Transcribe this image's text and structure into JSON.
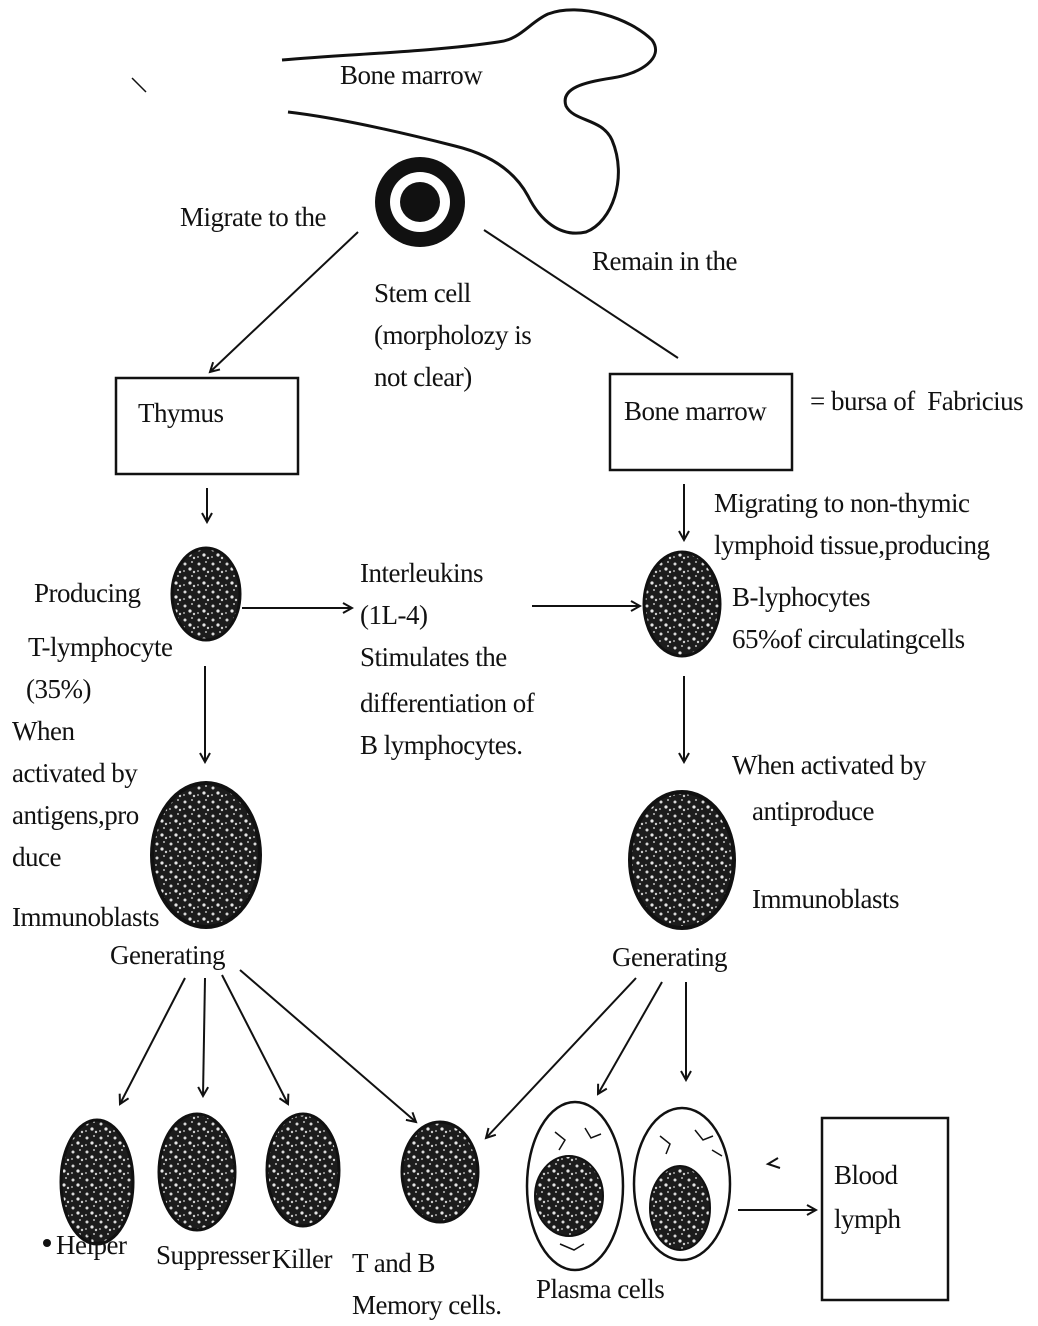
{
  "diagram": {
    "bone_marrow_top": "Bone marrow",
    "migrate": "Migrate to the",
    "remain": "Remain in the",
    "stem_cell": [
      "Stem cell",
      "(morpholozy is",
      "not clear)"
    ],
    "thymus_box": "Thymus",
    "bone_marrow_box": "Bone marrow",
    "bursa": "= bursa of  Fabricius",
    "migrating_non_thymic": [
      "Migrating to non-thymic",
      "lymphoid tissue,producing"
    ],
    "producing": "Producing",
    "t_lymphocyte": "T-lymphocyte",
    "t_percent": "(35%)",
    "t_activated": [
      "When",
      "activated by",
      "antigens,pro",
      "duce"
    ],
    "immunoblasts_left": "Immunoblasts",
    "generating_left": "Generating",
    "interleukins": [
      "Interleukins",
      "(1L-4)",
      "Stimulates the",
      "differentiation of",
      "B lymphocytes."
    ],
    "b_lymphocytes": "B-lyphocytes",
    "b_percent": "65%of circulatingcells",
    "b_activated": "When activated by",
    "antiproduce": "antiproduce",
    "immunoblasts_right": "Immunoblasts",
    "generating_right": "Generating",
    "helper": "Helper",
    "suppresser": "Suppresser",
    "killer": "Killer",
    "memory": [
      "T and B",
      "Memory cells."
    ],
    "plasma": "Plasma cells",
    "blood_lymph": [
      "Blood",
      "lymph"
    ]
  }
}
